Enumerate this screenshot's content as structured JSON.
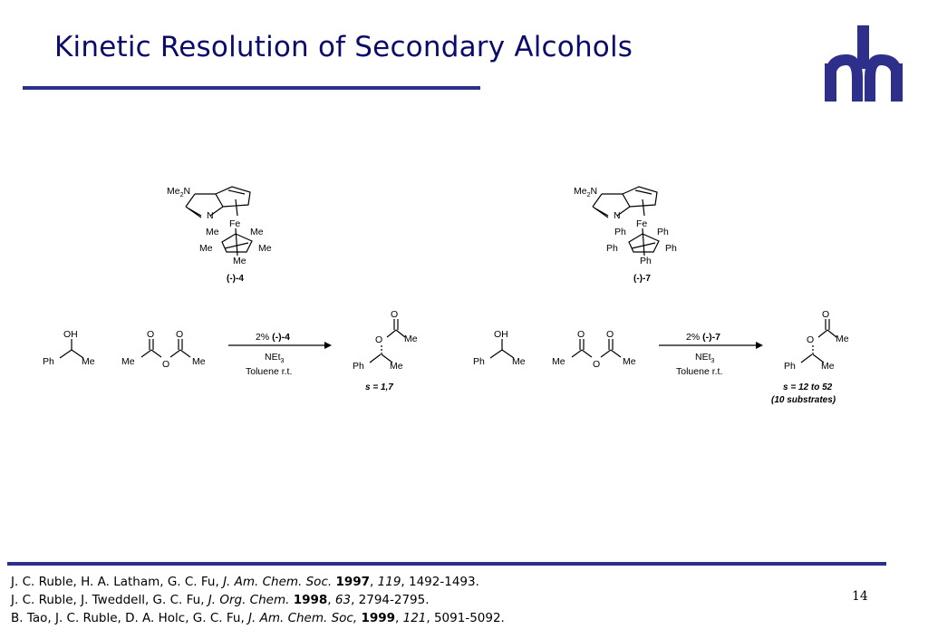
{
  "slide": {
    "title": "Kinetic Resolution of Secondary Alcohols",
    "page_number": "14"
  },
  "catalysts": [
    {
      "label": "(-)-4",
      "top_left": "Me",
      "top_sub": "2",
      "n_label": "N",
      "ring_n": "N",
      "metal": "Fe",
      "subs": {
        "top_l": "Me",
        "top_r": "Me",
        "mid_l": "Me",
        "mid_r": "Me",
        "bottom": "Me"
      }
    },
    {
      "label": "(-)-7",
      "top_left": "Me",
      "top_sub": "2",
      "n_label": "N",
      "ring_n": "N",
      "metal": "Fe",
      "subs": {
        "top_l": "Ph",
        "top_r": "Ph",
        "mid_l": "Ph",
        "mid_r": "Ph",
        "bottom": "Ph"
      }
    }
  ],
  "reactions": [
    {
      "alcohol": {
        "oh": "OH",
        "left": "Ph",
        "right": "Me"
      },
      "anhydride": {
        "o1": "O",
        "o2": "O",
        "left": "Me",
        "bridge": "O",
        "right": "Me"
      },
      "conditions": {
        "loading_pct": "2% ",
        "catalyst": "(-)-4",
        "base": "NEt",
        "base_sub": "3",
        "solvent": "Toluene r.t."
      },
      "product": {
        "o_top": "O",
        "o_ester": "O",
        "me_top": "Me",
        "left": "Ph",
        "right": "Me"
      },
      "result": [
        "s = 1,7"
      ]
    },
    {
      "alcohol": {
        "oh": "OH",
        "left": "Ph",
        "right": "Me"
      },
      "anhydride": {
        "o1": "O",
        "o2": "O",
        "left": "Me",
        "bridge": "O",
        "right": "Me"
      },
      "conditions": {
        "loading_pct": "2% ",
        "catalyst": "(-)-7",
        "base": "NEt",
        "base_sub": "3",
        "solvent": "Toluene r.t."
      },
      "product": {
        "o_top": "O",
        "o_ester": "O",
        "me_top": "Me",
        "left": "Ph",
        "right": "Me"
      },
      "result": [
        "s = 12 to 52",
        "(10 substrates)"
      ]
    }
  ],
  "references": [
    {
      "authors": "J. C. Ruble, H. A. Latham, G. C. Fu, ",
      "journal": "J. Am. Chem. Soc.",
      "sep1": " ",
      "year": "1997",
      "sep2": ", ",
      "volume": "119",
      "pages": ", 1492-1493."
    },
    {
      "authors": "J. C. Ruble, J. Tweddell, G. C. Fu, ",
      "journal": "J. Org. Chem.",
      "sep1": " ",
      "year": "1998",
      "sep2": ", ",
      "volume": "63",
      "pages": ", 2794-2795."
    },
    {
      "authors": "B. Tao, J. C. Ruble, D. A. Holc, G. C. Fu, ",
      "journal": "J. Am. Chem. Soc,",
      "sep1": " ",
      "year": "1999",
      "sep2": ", ",
      "volume": "121",
      "pages": ", 5091-5092."
    }
  ],
  "colors": {
    "title": "#0b0b6b",
    "rule": "#2d2f8a",
    "logo": "#2d2f8a"
  }
}
